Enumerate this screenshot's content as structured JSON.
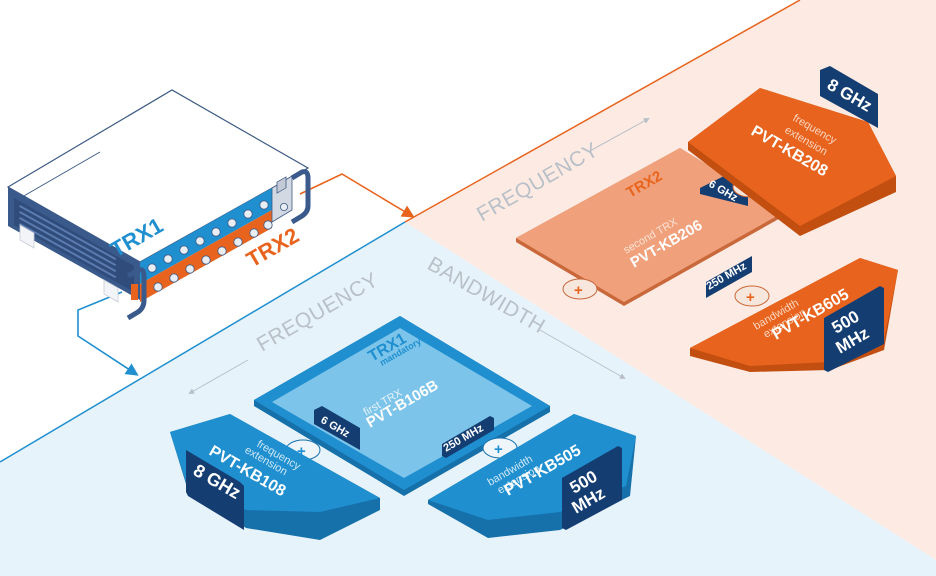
{
  "device": {
    "trx1_label": "TRX1",
    "trx2_label": "TRX2"
  },
  "axes": {
    "trx2_frequency": "FREQUENCY",
    "bandwidth": "BANDWIDTH",
    "trx1_frequency": "FREQUENCY"
  },
  "trx2": {
    "tag": "TRX2",
    "subtitle": "second TRX",
    "model": "PVT-KB206",
    "freq_badge": "6 GHz",
    "bw_badge": "250 MHz",
    "freq_ext": {
      "line1": "frequency",
      "line2": "extension",
      "model": "PVT-KB208",
      "badge": "8 GHz"
    },
    "bw_ext": {
      "line1": "bandwidth",
      "line2": "extension",
      "model": "PVT-KB605",
      "badge_line1": "500",
      "badge_line2": "MHz"
    }
  },
  "trx1": {
    "tag": "TRX1",
    "tag_sub": "mandatory",
    "subtitle": "first TRX",
    "model": "PVT-B106B",
    "freq_badge": "6 GHz",
    "bw_badge": "250 MHz",
    "freq_ext": {
      "line1": "frequency",
      "line2": "extension",
      "model": "PVT-KB108",
      "badge": "8 GHz"
    },
    "bw_ext": {
      "line1": "bandwidth",
      "line2": "extension",
      "model": "PVT-KB505",
      "badge_line1": "500",
      "badge_line2": "MHz"
    }
  },
  "plus_symbol": "+",
  "colors": {
    "orange": "#e8641e",
    "orange_dark": "#c24e10",
    "orange_light": "#f0a07a",
    "orange_bg": "#fdebe3",
    "blue": "#1f8fd0",
    "blue_dark": "#1670aa",
    "blue_light": "#7cc4ea",
    "blue_bg": "#e6f3fb",
    "navy": "#143d72"
  }
}
